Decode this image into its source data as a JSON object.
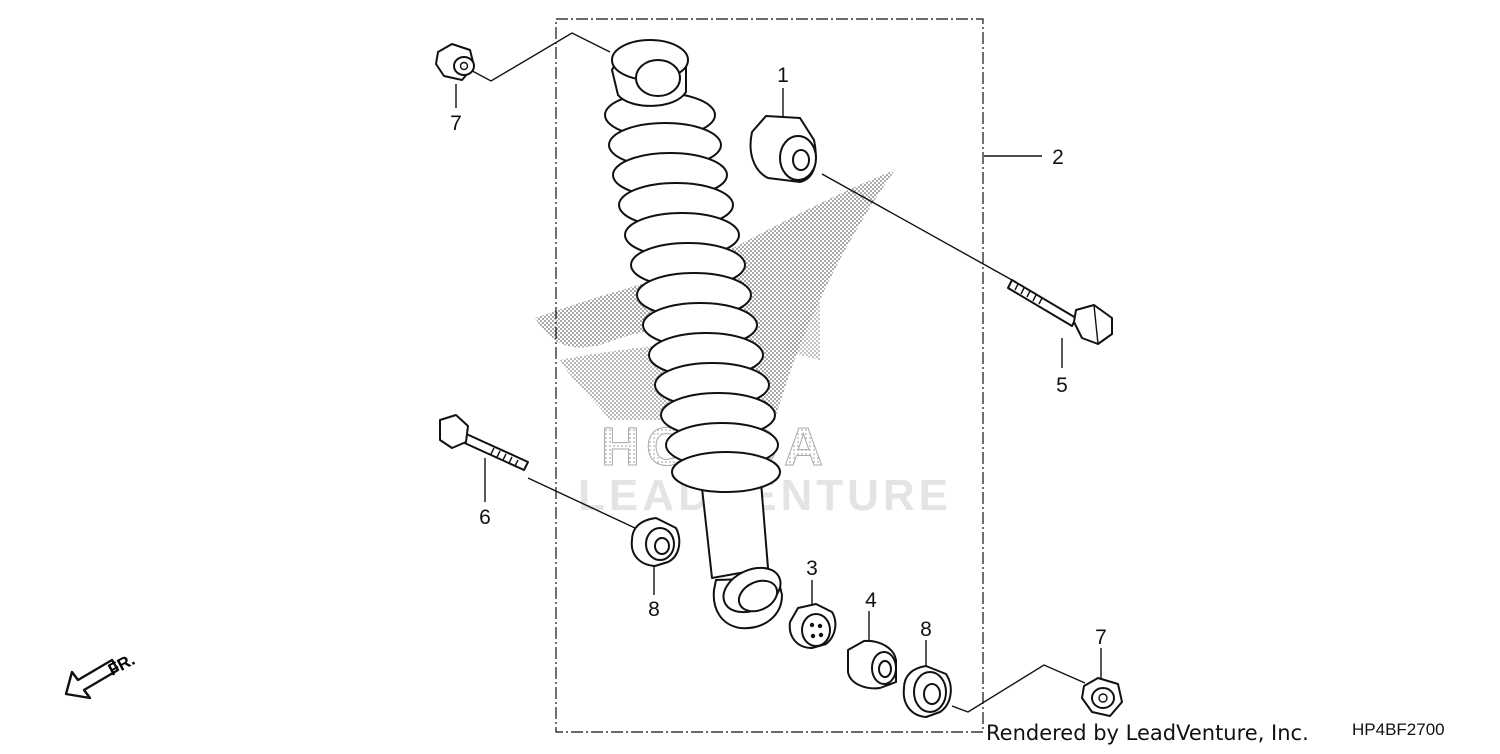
{
  "diagram": {
    "watermark": {
      "brand": "HONDA",
      "word": "LEADVENTURE"
    },
    "callouts": [
      {
        "id": "c1",
        "text": "1"
      },
      {
        "id": "c2",
        "text": "2"
      },
      {
        "id": "c3",
        "text": "3"
      },
      {
        "id": "c4",
        "text": "4"
      },
      {
        "id": "c5",
        "text": "5"
      },
      {
        "id": "c6",
        "text": "6"
      },
      {
        "id": "c7a",
        "text": "7"
      },
      {
        "id": "c7b",
        "text": "7"
      },
      {
        "id": "c8a",
        "text": "8"
      },
      {
        "id": "c8b",
        "text": "8"
      }
    ],
    "direction_label": "FR.",
    "rendered_by": "Rendered by LeadVenture, Inc.",
    "diagram_code": "HP4BF2700"
  }
}
